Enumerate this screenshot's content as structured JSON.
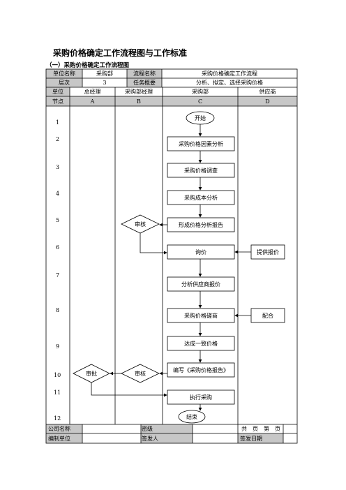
{
  "title": "采购价格确定工作流程图与工作标准",
  "subtitle": "（一）采购价格确定工作流程图",
  "header": {
    "unit_name_label": "单位名称",
    "unit_name_value": "采购部",
    "process_name_label": "流程名称",
    "process_name_value": "采购价格确定工作流程",
    "level_label": "层次",
    "level_value": "3",
    "task_summary_label": "任务概要",
    "task_summary_value": "分析、拟定、选择采购价格"
  },
  "columns": {
    "unit_label": "单位",
    "node_label": "节点",
    "lanes": [
      {
        "name": "总经理",
        "code": "A"
      },
      {
        "name": "采购部经理",
        "code": "B"
      },
      {
        "name": "采购部",
        "code": "C"
      },
      {
        "name": "供应商",
        "code": "D"
      }
    ]
  },
  "row_numbers": [
    "1",
    "2",
    "3",
    "4",
    "5",
    "6",
    "7",
    "8",
    "9",
    "10",
    "11",
    "12"
  ],
  "flow": {
    "start": "开始",
    "step2": "采购价格因素分析",
    "step3": "采购价格调查",
    "step4": "采购成本分析",
    "step5": "形成价格分析报告",
    "review5": "审核",
    "step6": "询价",
    "supplier6": "提供报价",
    "step7": "分析供应商报价",
    "step8": "采购价格磋商",
    "supplier8": "配合",
    "step9": "达成一致价格",
    "step10": "编写《采购价格报告》",
    "review10": "审核",
    "approve10": "审批",
    "step11": "执行采购",
    "end": "结束"
  },
  "footer": {
    "company_label": "公司名称",
    "secret_label": "密级",
    "pages_label": "共　页　第　页",
    "compiler_label": "编制单位",
    "issuer_label": "签发人",
    "issue_date_label": "签发日期"
  }
}
